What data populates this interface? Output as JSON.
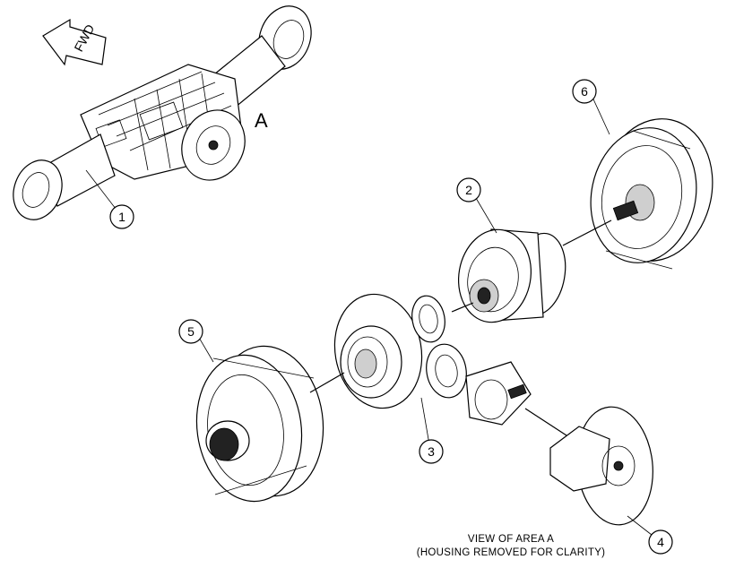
{
  "direction_label": "FWD",
  "area_label": "A",
  "callouts": [
    {
      "number": "1"
    },
    {
      "number": "2"
    },
    {
      "number": "3"
    },
    {
      "number": "4"
    },
    {
      "number": "5"
    },
    {
      "number": "6"
    }
  ],
  "caption": {
    "line1": "VIEW OF AREA A",
    "line2": "(HOUSING REMOVED FOR CLARITY)"
  }
}
